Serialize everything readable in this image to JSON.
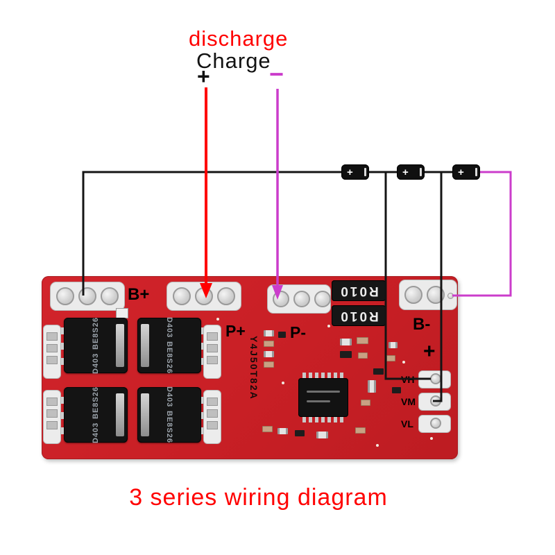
{
  "header": {
    "discharge_label": "discharge",
    "charge_label": "Charge",
    "discharge_plus": "+",
    "charge_minus": "−"
  },
  "caption": "3 series wiring diagram",
  "colors": {
    "board": "#c81f25",
    "red_accent": "#ff0000",
    "magenta_accent": "#cb3ccb",
    "wire_black": "#141414"
  },
  "board": {
    "pads": {
      "b_plus": "B+",
      "p_plus": "P+",
      "p_minus": "P-",
      "b_minus": "B-",
      "plus_mark": "+"
    },
    "shunts": [
      {
        "label": "R010"
      },
      {
        "label": "R010"
      }
    ],
    "mosfets": [
      {
        "line1": "D403",
        "line2": "BE8S26"
      },
      {
        "line1": "D403",
        "line2": "BE8S26"
      },
      {
        "line1": "D403",
        "line2": "BE8S26"
      },
      {
        "line1": "D403",
        "line2": "BE8S26"
      }
    ],
    "test_pads": [
      {
        "label": "VH"
      },
      {
        "label": "VM"
      },
      {
        "label": "VL"
      }
    ],
    "model_text": "Y4J50T82A"
  },
  "batteries": [
    {
      "polarity": "+"
    },
    {
      "polarity": "+"
    },
    {
      "polarity": "+"
    }
  ]
}
